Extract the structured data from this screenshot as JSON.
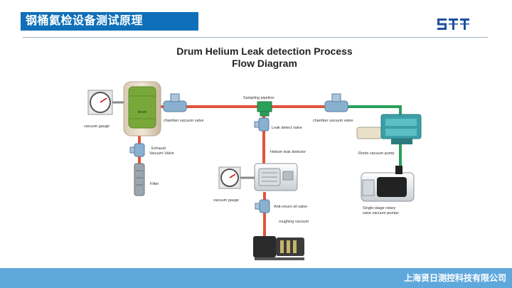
{
  "header": {
    "title": "钢桶氦检设备测试原理",
    "logo_alt": "STT"
  },
  "diagram": {
    "title_line1": "Drum Helium Leak detection Process",
    "title_line2": "Flow Diagram",
    "labels": {
      "drum": "drum",
      "vacuum_gauge_left": "vacuum gauge",
      "chamber_valve_left": "chamber vacuum valve",
      "sampling_pipeline": "Sampling pipeline",
      "chamber_valve_right": "chamber vacuum valve",
      "leak_detect_valve": "Leak detect valve",
      "exhaust_valve_line1": "Exhaust",
      "exhaust_valve_line2": "Vacuum Valve",
      "filter": "Filter",
      "helium_leak_detector": "Helium leak detector",
      "roots_pump": "Roots vacuum pump",
      "vacuum_gauge_mid": "vacuum gauge",
      "anti_return_valve": "Anti-return oil valve",
      "rotary_pump_line1": "Single-stage rotary",
      "rotary_pump_line2": "vane vacuum pumps",
      "roughing_vacuum": "roughing vacuum"
    },
    "colors": {
      "pipe_red": "#e0553a",
      "pipe_green": "#2aa05a",
      "valve_blue": "#8ab0d0",
      "drum_green": "#79a83a"
    }
  },
  "footer": {
    "company": "上海贤日测控科技有限公司"
  }
}
